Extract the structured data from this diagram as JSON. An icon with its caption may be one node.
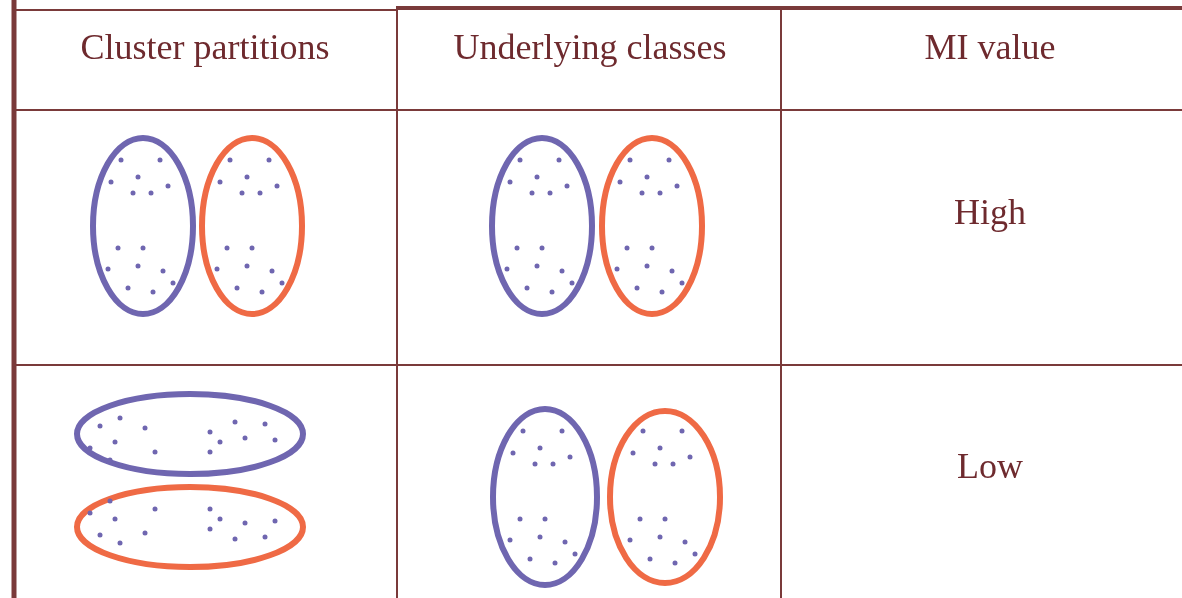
{
  "diagram": {
    "labels": [
      "Cluster partitions",
      "Underlying classes",
      "MI value",
      "High",
      "Low"
    ]
  }
}
